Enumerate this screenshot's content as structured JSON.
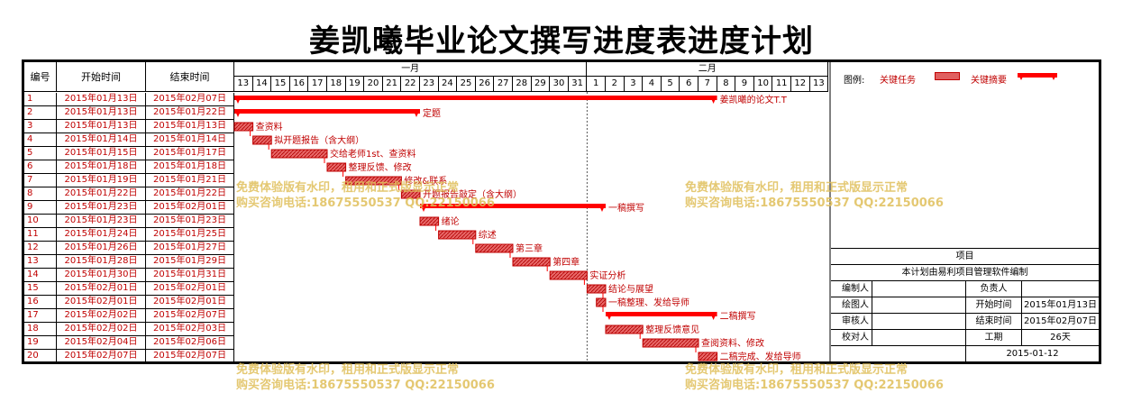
{
  "title": "姜凯曦毕业论文撰写进度表进度计划",
  "columns": {
    "id": "编号",
    "start": "开始时间",
    "end": "结束时间"
  },
  "months": [
    {
      "label": "一月",
      "days": 19
    },
    {
      "label": "二月",
      "days": 13
    }
  ],
  "days": [
    "13",
    "14",
    "15",
    "16",
    "17",
    "18",
    "19",
    "20",
    "21",
    "22",
    "23",
    "24",
    "25",
    "26",
    "27",
    "28",
    "29",
    "30",
    "31",
    "1",
    "2",
    "3",
    "4",
    "5",
    "6",
    "7",
    "8",
    "9",
    "10",
    "11",
    "12",
    "13"
  ],
  "tasks": [
    {
      "id": "1",
      "start": "2015年01月13日",
      "end": "2015年02月07日",
      "s": 0,
      "e": 26,
      "kind": "summary",
      "label": "姜凯曦的论文T.T"
    },
    {
      "id": "2",
      "start": "2015年01月13日",
      "end": "2015年01月22日",
      "s": 0,
      "e": 10,
      "kind": "summary",
      "label": "定题"
    },
    {
      "id": "3",
      "start": "2015年01月13日",
      "end": "2015年01月13日",
      "s": 0,
      "e": 1,
      "kind": "task",
      "label": "查资料"
    },
    {
      "id": "4",
      "start": "2015年01月14日",
      "end": "2015年01月14日",
      "s": 1,
      "e": 2,
      "kind": "task",
      "label": "拟开题报告（含大纲）"
    },
    {
      "id": "5",
      "start": "2015年01月15日",
      "end": "2015年01月17日",
      "s": 2,
      "e": 5,
      "kind": "task",
      "label": "交给老师1st、查资料"
    },
    {
      "id": "6",
      "start": "2015年01月18日",
      "end": "2015年01月18日",
      "s": 5,
      "e": 6,
      "kind": "task",
      "label": "整理反馈、修改"
    },
    {
      "id": "7",
      "start": "2015年01月19日",
      "end": "2015年01月21日",
      "s": 6,
      "e": 9,
      "kind": "task",
      "label": "修改&联系"
    },
    {
      "id": "8",
      "start": "2015年01月22日",
      "end": "2015年01月22日",
      "s": 9,
      "e": 10,
      "kind": "task",
      "label": "开题报告敲定（含大纲）"
    },
    {
      "id": "9",
      "start": "2015年01月23日",
      "end": "2015年02月01日",
      "s": 10,
      "e": 20,
      "kind": "summary",
      "label": "一稿撰写"
    },
    {
      "id": "10",
      "start": "2015年01月23日",
      "end": "2015年01月23日",
      "s": 10,
      "e": 11,
      "kind": "task",
      "label": "绪论"
    },
    {
      "id": "11",
      "start": "2015年01月24日",
      "end": "2015年01月25日",
      "s": 11,
      "e": 13,
      "kind": "task",
      "label": "综述"
    },
    {
      "id": "12",
      "start": "2015年01月26日",
      "end": "2015年01月27日",
      "s": 13,
      "e": 15,
      "kind": "task",
      "label": "第三章"
    },
    {
      "id": "13",
      "start": "2015年01月28日",
      "end": "2015年01月29日",
      "s": 15,
      "e": 17,
      "kind": "task",
      "label": "第四章"
    },
    {
      "id": "14",
      "start": "2015年01月30日",
      "end": "2015年01月31日",
      "s": 17,
      "e": 19,
      "kind": "task",
      "label": "实证分析"
    },
    {
      "id": "15",
      "start": "2015年02月01日",
      "end": "2015年02月01日",
      "s": 19,
      "e": 20,
      "kind": "task",
      "label": "结论与展望"
    },
    {
      "id": "16",
      "start": "2015年02月01日",
      "end": "2015年02月01日",
      "s": 19.5,
      "e": 20,
      "kind": "task",
      "label": "一稿整理、发给导师"
    },
    {
      "id": "17",
      "start": "2015年02月02日",
      "end": "2015年02月07日",
      "s": 20,
      "e": 26,
      "kind": "summary",
      "label": "二稿撰写"
    },
    {
      "id": "18",
      "start": "2015年02月02日",
      "end": "2015年02月03日",
      "s": 20,
      "e": 22,
      "kind": "task",
      "label": "整理反馈意见"
    },
    {
      "id": "19",
      "start": "2015年02月04日",
      "end": "2015年02月06日",
      "s": 22,
      "e": 25,
      "kind": "task",
      "label": "查阅资料、修改"
    },
    {
      "id": "20",
      "start": "2015年02月07日",
      "end": "2015年02月07日",
      "s": 25,
      "e": 26,
      "kind": "task",
      "label": "二稿完成、发给导师"
    }
  ],
  "legend": {
    "title": "图例:",
    "task": "关键任务",
    "summary": "关键摘要"
  },
  "info": {
    "project_label": "项目",
    "note": "本计划由易利项目管理软件编制",
    "rows": [
      {
        "k1": "编制人",
        "v1": "",
        "k2": "负责人",
        "v2": ""
      },
      {
        "k1": "绘图人",
        "v1": "",
        "k2": "开始时间",
        "v2": "2015年01月13日"
      },
      {
        "k1": "审核人",
        "v1": "",
        "k2": "结束时间",
        "v2": "2015年02月07日"
      },
      {
        "k1": "校对人",
        "v1": "",
        "k2": "工期",
        "v2": "26天"
      }
    ],
    "date": "2015-01-12"
  },
  "watermark": {
    "line1": "免费体验版有水印，租用和正式版显示正常",
    "line2": "购买咨询电话:18675550537 QQ:22150066"
  },
  "colors": {
    "accent": "#ff0000",
    "text_red": "#c00000",
    "watermark": "#e0bf5a"
  }
}
